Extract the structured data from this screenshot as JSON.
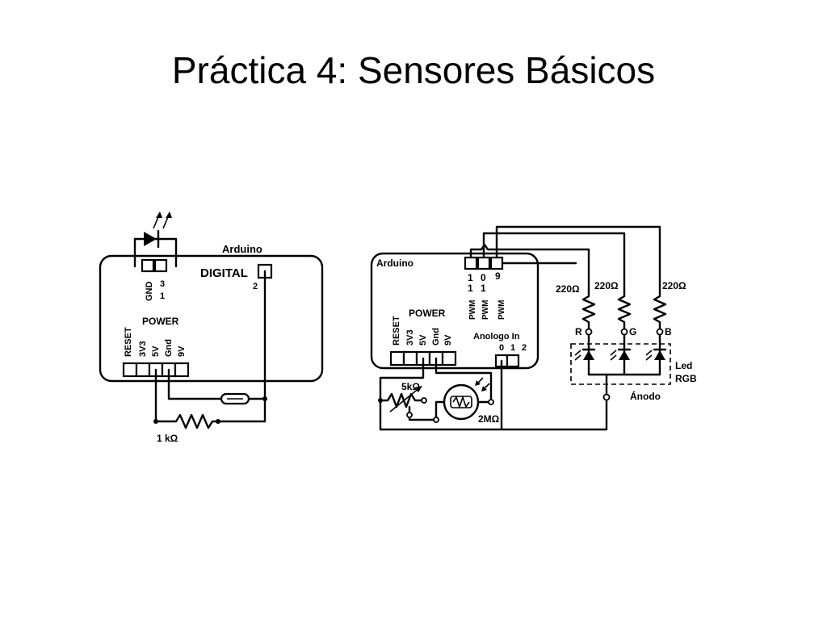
{
  "slide": {
    "title": "Práctica 4: Sensores Básicos"
  },
  "left_circuit": {
    "arduino_label": "Arduino",
    "digital_label": "DIGITAL",
    "pin_2": "2",
    "gnd_label": "GND",
    "pin_3": "3",
    "pin_1": "1",
    "power_label": "POWER",
    "power_pins": [
      "RESET",
      "3V3",
      "5V",
      "Gnd",
      "9V"
    ],
    "resistor_label": "1 kΩ"
  },
  "right_circuit": {
    "arduino_label": "Arduino",
    "digital_header": [
      "1",
      "0",
      "9"
    ],
    "digital_header_row2": [
      "1",
      "1"
    ],
    "pwm_labels": [
      "PWM",
      "PWM",
      "PWM"
    ],
    "power_label": "POWER",
    "power_pins": [
      "RESET",
      "3V3",
      "5V",
      "Gnd",
      "9V"
    ],
    "analog_label": "Anologo In",
    "analog_pins": [
      "0",
      "1",
      "2"
    ],
    "resistor_labels": [
      "220Ω",
      "220Ω",
      "220Ω"
    ],
    "rgb_channels": [
      "R",
      "G",
      "B"
    ],
    "led_label_1": "Led",
    "led_label_2": "RGB",
    "anode_label": "Ánodo",
    "pot_label": "5kΩ",
    "ldr_label": "2MΩ"
  }
}
